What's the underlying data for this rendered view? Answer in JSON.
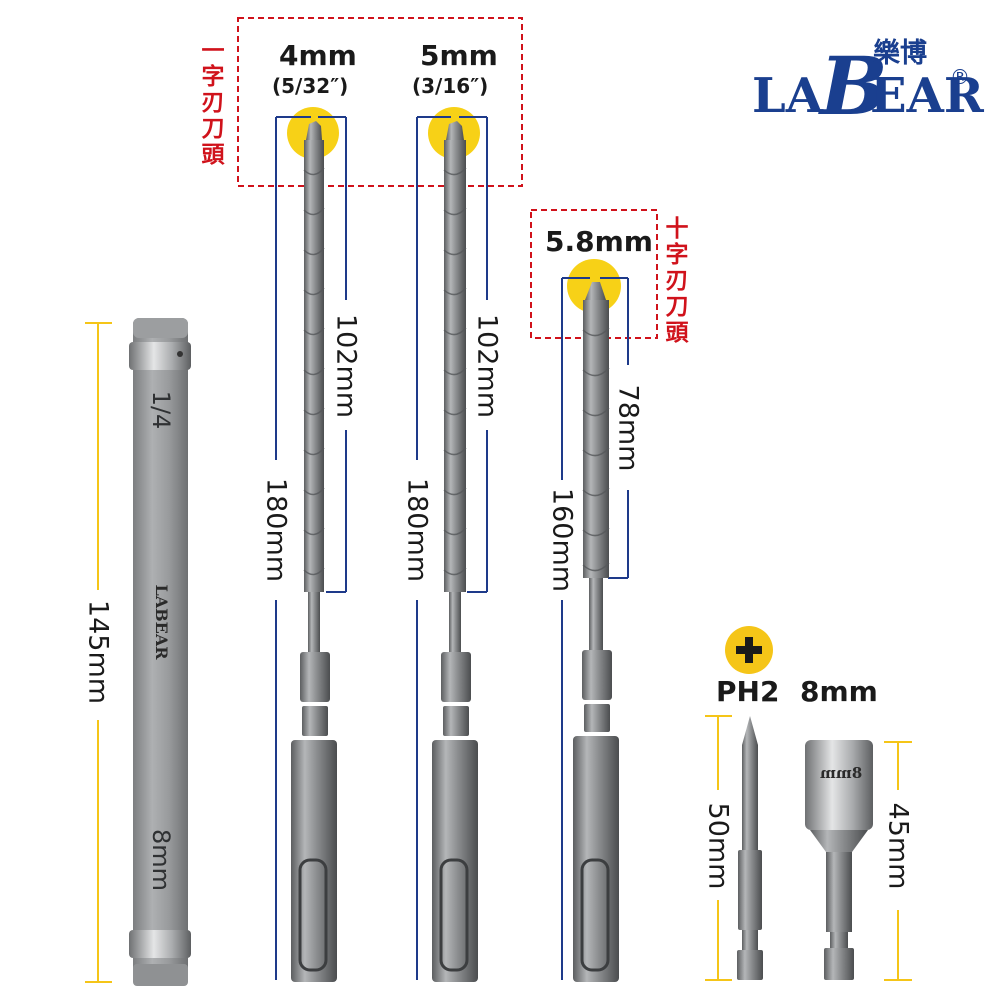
{
  "brand": {
    "logo_text": "LABEAR",
    "logo_parts": {
      "la": "LA",
      "b": "B",
      "ear": "EAR"
    },
    "chinese_name": "樂博",
    "registered_mark": "®",
    "color": "#1a3f8f"
  },
  "tip_group_labels": {
    "flat_tip": "一字刃刀頭",
    "cross_tip": "十字刃刀頭",
    "color": "#d0121b"
  },
  "bits": [
    {
      "size": "4mm",
      "size_inch": "(5/32″)",
      "flute_length": "102mm",
      "total_length": "180mm",
      "tip": "flat"
    },
    {
      "size": "5mm",
      "size_inch": "(3/16″)",
      "flute_length": "102mm",
      "total_length": "180mm",
      "tip": "flat"
    },
    {
      "size": "5.8mm",
      "flute_length": "78mm",
      "total_length": "160mm",
      "tip": "cross"
    }
  ],
  "holder": {
    "length": "145mm",
    "engraving_top": "1/4",
    "engraving_bottom": "8mm",
    "logo": "LABEAR"
  },
  "phillips_bit": {
    "label": "PH2",
    "length": "50mm",
    "icon": "phillips-cross-icon"
  },
  "nut_setter": {
    "label": "8mm",
    "length": "45mm",
    "engraving": "8mm"
  },
  "colors": {
    "highlight": "#f7d117",
    "dimension_line_yellow": "#f5c518",
    "dimension_line_blue": "#1e3a8a",
    "dashed_box": "#d0121b",
    "steel": "#8a8c8e"
  }
}
